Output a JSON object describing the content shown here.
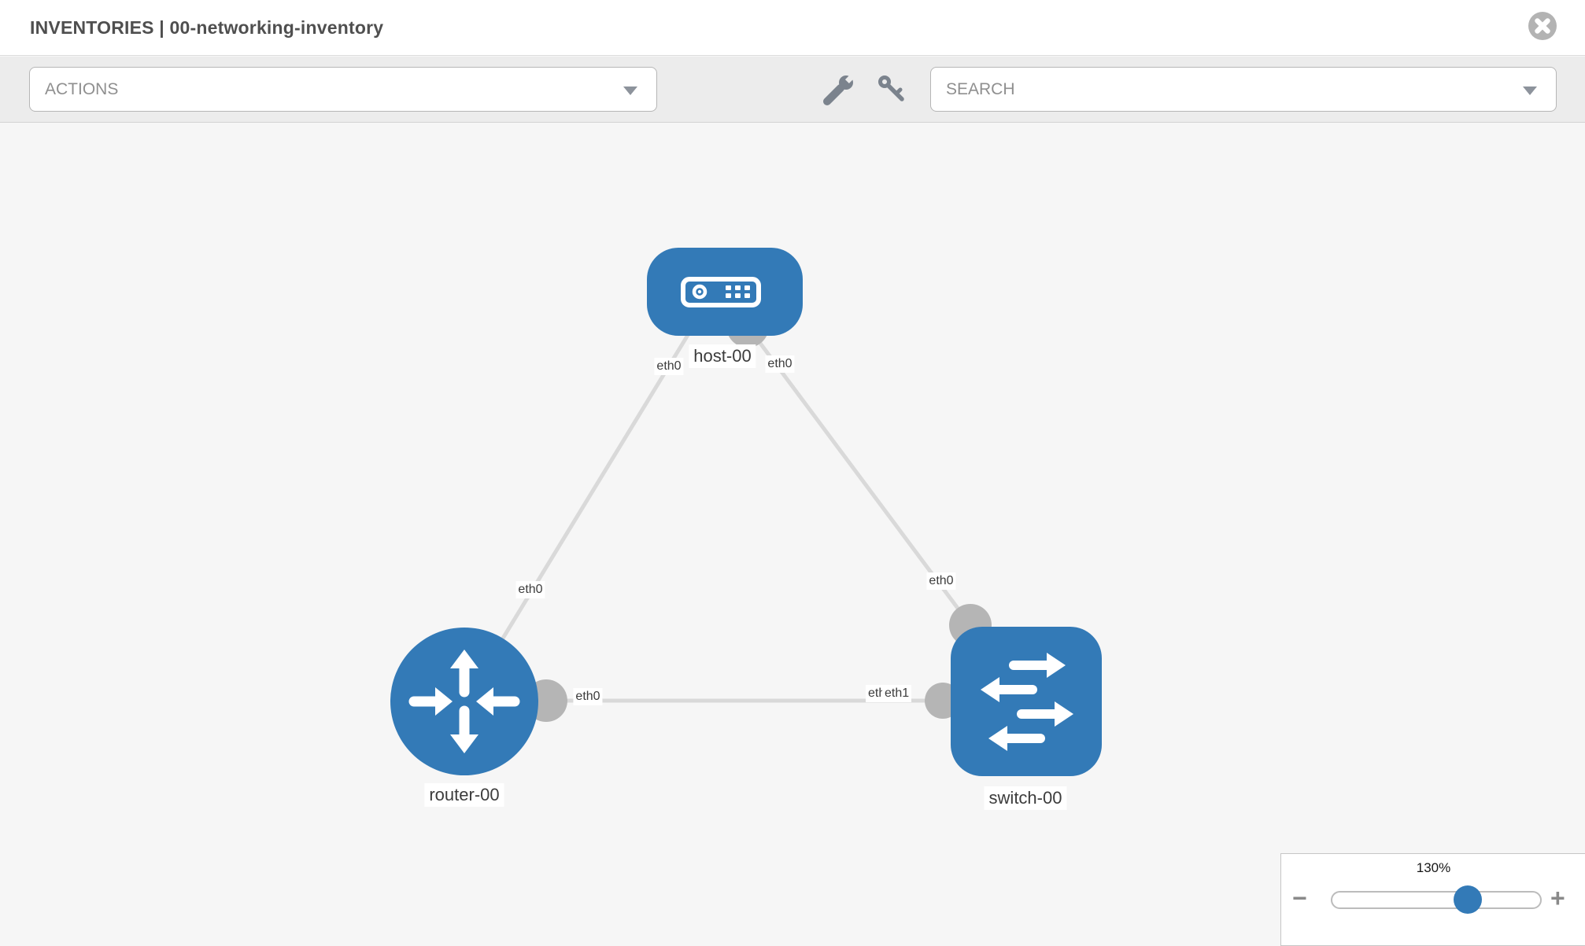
{
  "header": {
    "title": "INVENTORIES | 00-networking-inventory"
  },
  "toolbar": {
    "actions": {
      "label": "ACTIONS"
    },
    "search": {
      "placeholder": "SEARCH"
    }
  },
  "topology": {
    "nodes": [
      {
        "label": "host-00",
        "type": "host"
      },
      {
        "label": "router-00",
        "type": "router"
      },
      {
        "label": "switch-00",
        "type": "switch"
      }
    ],
    "links": [
      {
        "from": "router-00",
        "to": "host-00"
      },
      {
        "from": "host-00",
        "to": "switch-00"
      },
      {
        "from": "router-00",
        "to": "switch-00"
      }
    ],
    "interface_labels": [
      {
        "text": "eth0",
        "location": "host-00 left"
      },
      {
        "text": "eth0",
        "location": "host-00 right"
      },
      {
        "text": "eth0",
        "location": "router-00 end of link to host-00"
      },
      {
        "text": "eth0",
        "location": "switch-00 end of link to host-00"
      },
      {
        "text": "eth0",
        "location": "router-00 end of link to switch-00"
      },
      {
        "text": "eth0",
        "location": "switch-00 end of link to router-00 (behind)"
      },
      {
        "text": "eth1",
        "location": "switch-00 end of link to router-00 (front)"
      }
    ]
  },
  "zoom_control": {
    "level": "130%",
    "zoom_out": "−",
    "zoom_in": "+"
  },
  "colors": {
    "node_blue": "#337ab7",
    "edge_gray": "#d9d9d9",
    "dot_gray": "#b5b5b5"
  }
}
